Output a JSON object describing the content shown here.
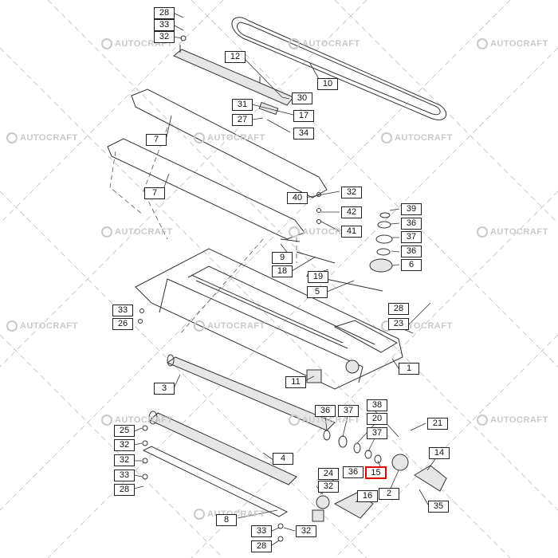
{
  "watermark_text": "AUTOCRAFT",
  "highlight_color": "#e00000",
  "callouts": [
    {
      "id": "c28a",
      "label": "28"
    },
    {
      "id": "c33a",
      "label": "33"
    },
    {
      "id": "c32a",
      "label": "32"
    },
    {
      "id": "c12",
      "label": "12"
    },
    {
      "id": "c10",
      "label": "10"
    },
    {
      "id": "c30",
      "label": "30"
    },
    {
      "id": "c31",
      "label": "31"
    },
    {
      "id": "c17",
      "label": "17"
    },
    {
      "id": "c27",
      "label": "27"
    },
    {
      "id": "c34",
      "label": "34"
    },
    {
      "id": "c7a",
      "label": "7"
    },
    {
      "id": "c7b",
      "label": "7"
    },
    {
      "id": "c40",
      "label": "40"
    },
    {
      "id": "c32b",
      "label": "32"
    },
    {
      "id": "c42",
      "label": "42"
    },
    {
      "id": "c41",
      "label": "41"
    },
    {
      "id": "c39",
      "label": "39"
    },
    {
      "id": "c36a",
      "label": "36"
    },
    {
      "id": "c37a",
      "label": "37"
    },
    {
      "id": "c36b",
      "label": "36"
    },
    {
      "id": "c6",
      "label": "6"
    },
    {
      "id": "c9",
      "label": "9"
    },
    {
      "id": "c18",
      "label": "18"
    },
    {
      "id": "c19",
      "label": "19"
    },
    {
      "id": "c5",
      "label": "5"
    },
    {
      "id": "c28b",
      "label": "28"
    },
    {
      "id": "c33b",
      "label": "33"
    },
    {
      "id": "c26",
      "label": "26"
    },
    {
      "id": "c23",
      "label": "23"
    },
    {
      "id": "c1",
      "label": "1"
    },
    {
      "id": "c11",
      "label": "11"
    },
    {
      "id": "c3",
      "label": "3"
    },
    {
      "id": "c36c",
      "label": "36"
    },
    {
      "id": "c37b",
      "label": "37"
    },
    {
      "id": "c38",
      "label": "38"
    },
    {
      "id": "c20",
      "label": "20"
    },
    {
      "id": "c37c",
      "label": "37"
    },
    {
      "id": "c21",
      "label": "21"
    },
    {
      "id": "c25",
      "label": "25"
    },
    {
      "id": "c32c",
      "label": "32"
    },
    {
      "id": "c32d",
      "label": "32"
    },
    {
      "id": "c33c",
      "label": "33"
    },
    {
      "id": "c28c",
      "label": "28"
    },
    {
      "id": "c4",
      "label": "4"
    },
    {
      "id": "c14",
      "label": "14"
    },
    {
      "id": "c24",
      "label": "24"
    },
    {
      "id": "c32e",
      "label": "32"
    },
    {
      "id": "c36d",
      "label": "36"
    },
    {
      "id": "c15",
      "label": "15",
      "highlighted": true
    },
    {
      "id": "c2",
      "label": "2"
    },
    {
      "id": "c16",
      "label": "16"
    },
    {
      "id": "c35",
      "label": "35"
    },
    {
      "id": "c8",
      "label": "8"
    },
    {
      "id": "c33d",
      "label": "33"
    },
    {
      "id": "c32f",
      "label": "32"
    },
    {
      "id": "c28d",
      "label": "28"
    }
  ]
}
